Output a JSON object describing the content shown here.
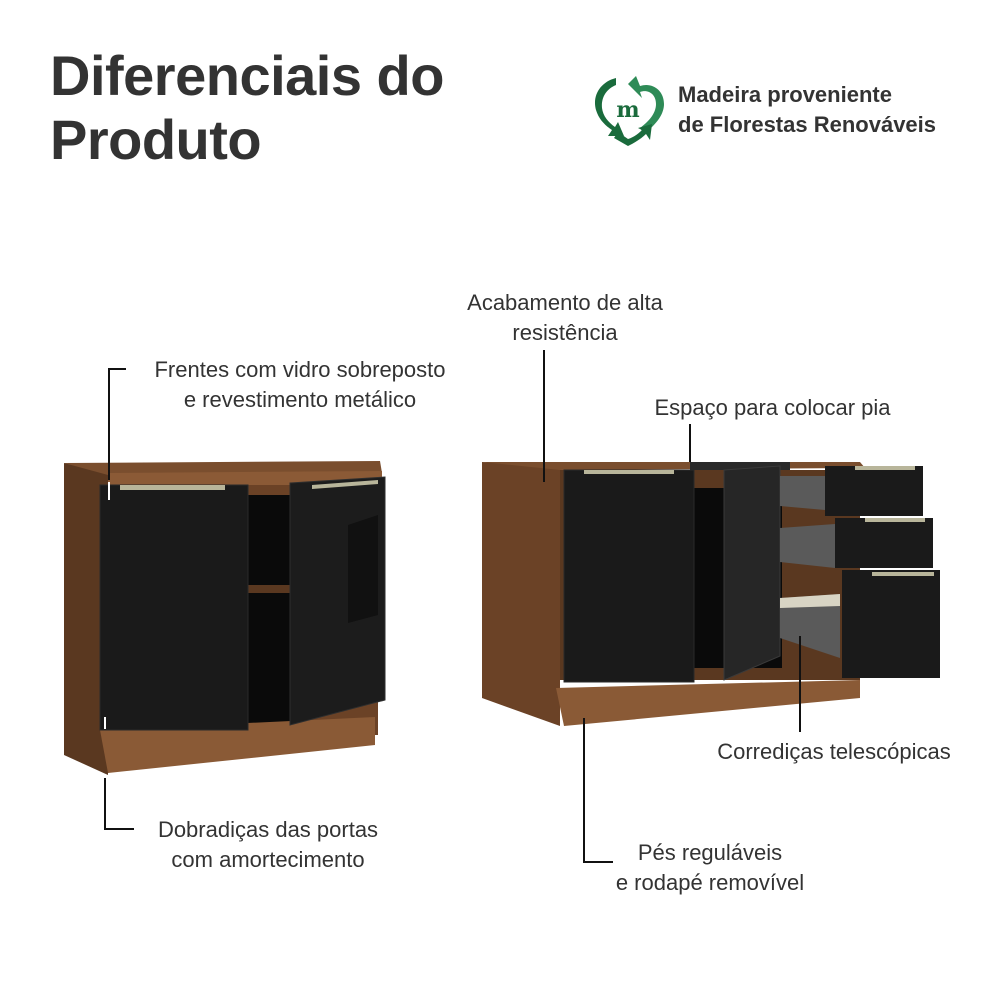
{
  "header": {
    "title_line1": "Diferenciais do",
    "title_line2": "Produto"
  },
  "badge": {
    "icon": "recycle-heart-m-icon",
    "line1": "Madeira proveniente",
    "line2": "de Florestas Renováveis",
    "color_dark": "#1a6b3c",
    "color_light": "#2e8b57"
  },
  "features": [
    {
      "id": "fronts",
      "line1": "Frentes com vidro sobreposto",
      "line2": "e revestimento metálico"
    },
    {
      "id": "hinges",
      "line1": "Dobradiças das portas",
      "line2": "com amortecimento"
    },
    {
      "id": "finish",
      "line1": "Acabamento de alta",
      "line2": "resistência"
    },
    {
      "id": "sink",
      "line1": "Espaço para colocar pia"
    },
    {
      "id": "slides",
      "line1": "Corrediças telescópicas"
    },
    {
      "id": "feet",
      "line1": "Pés reguláveis",
      "line2": "e rodapé removível"
    }
  ],
  "colors": {
    "wood": "#6b4226",
    "wood_light": "#8a5a36",
    "glass_black": "#1a1a1a",
    "handle": "#b8b59a",
    "text": "#333333"
  }
}
